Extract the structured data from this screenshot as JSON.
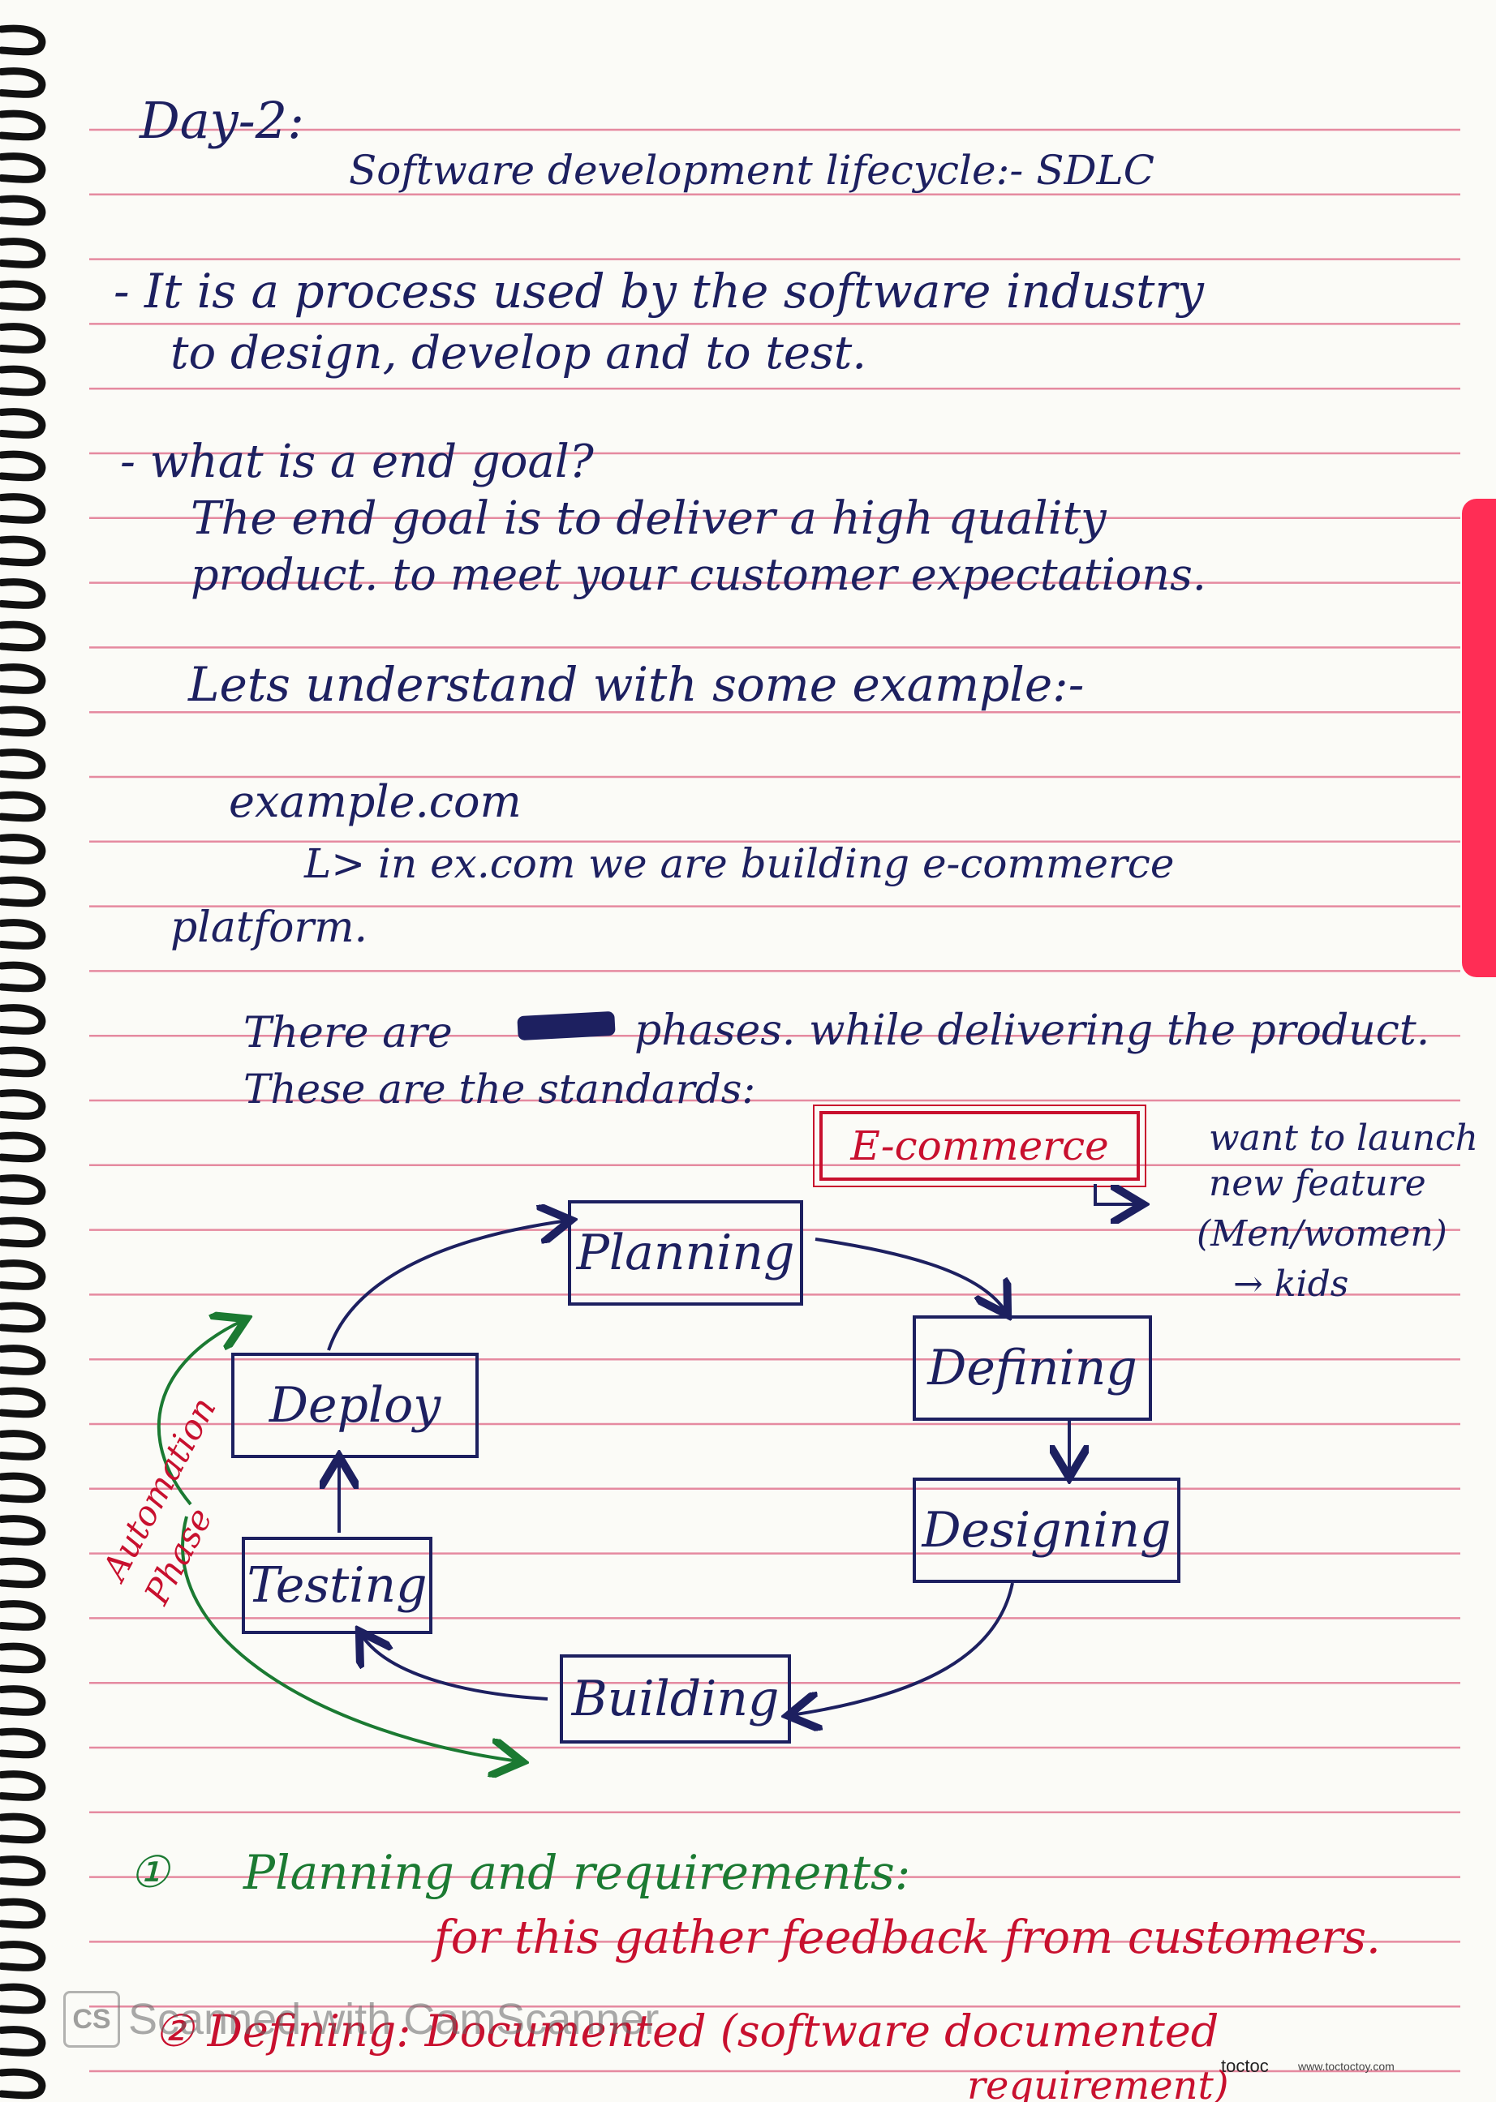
{
  "heading": {
    "day": "Day-2:",
    "title": "Software development lifecycle:- SDLC"
  },
  "definition": {
    "line1": "- It is a process used by the software industry",
    "line2": "to design, develop and to test."
  },
  "goal": {
    "question": "- what is a end goal?",
    "line1": "The end goal is to deliver a high quality",
    "line2": "product. to meet your customer expectations."
  },
  "example_intro": "Lets understand with some example:-",
  "example": {
    "site": "example.com",
    "line1": "L> in ex.com we are building e-commerce",
    "line2": "platform."
  },
  "phases_intro": {
    "line1_a": "There are",
    "line1_b": "phases. while delivering the product.",
    "line2": "These are the standards:"
  },
  "diagram": {
    "ecommerce": "E-commerce",
    "side_note": [
      "want to launch",
      "new feature",
      "(Men/women)",
      "→ kids"
    ],
    "nodes": {
      "planning": "Planning",
      "defining": "Defining",
      "designing": "Designing",
      "building": "Building",
      "testing": "Testing",
      "deploy": "Deploy"
    },
    "automation_label_1": "Automation",
    "automation_label_2": "Phase"
  },
  "section1": {
    "number": "①",
    "title": "Planning and requirements:",
    "note": "for this gather feedback from customers."
  },
  "section2": {
    "title": "② Defining: Documented (software documented",
    "cont": "requirement)"
  },
  "watermark": {
    "logo": "CS",
    "text": "Scanned with CamScanner"
  },
  "brand": {
    "name": "toctoc",
    "url": "www.toctoctoy.com"
  },
  "colors": {
    "ink": "#1d2060",
    "red": "#c8102e",
    "green": "#1b7a32",
    "tab": "#ff2d55",
    "rule": "#e58aa0"
  }
}
